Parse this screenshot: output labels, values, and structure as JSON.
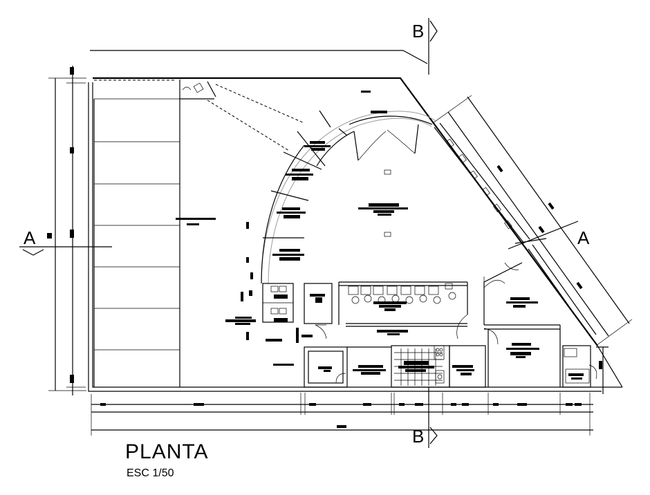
{
  "drawing": {
    "title": "PLANTA",
    "scale": "ESC 1/50"
  },
  "section_marks": {
    "a_left": "A",
    "a_right": "A",
    "b_top": "B",
    "b_bottom": "B"
  },
  "colors": {
    "ink": "#000000",
    "hatch": "#9a9a9a",
    "background": "#ffffff"
  }
}
